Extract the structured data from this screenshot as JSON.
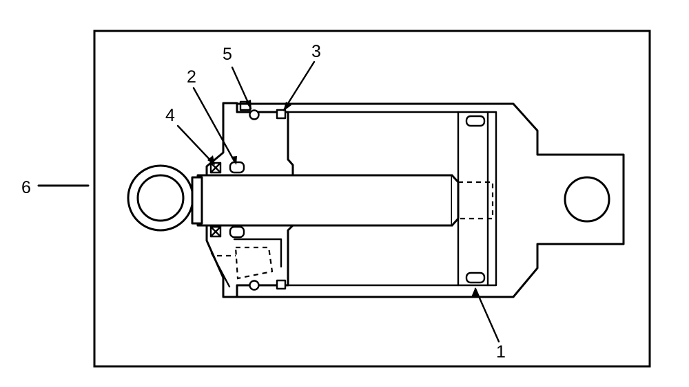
{
  "diagram": {
    "callouts": [
      {
        "id": "1",
        "label": "1"
      },
      {
        "id": "2",
        "label": "2"
      },
      {
        "id": "3",
        "label": "3"
      },
      {
        "id": "4",
        "label": "4"
      },
      {
        "id": "5",
        "label": "5"
      },
      {
        "id": "6",
        "label": "6"
      }
    ],
    "colors": {
      "line": "#000000",
      "background": "#ffffff"
    }
  }
}
